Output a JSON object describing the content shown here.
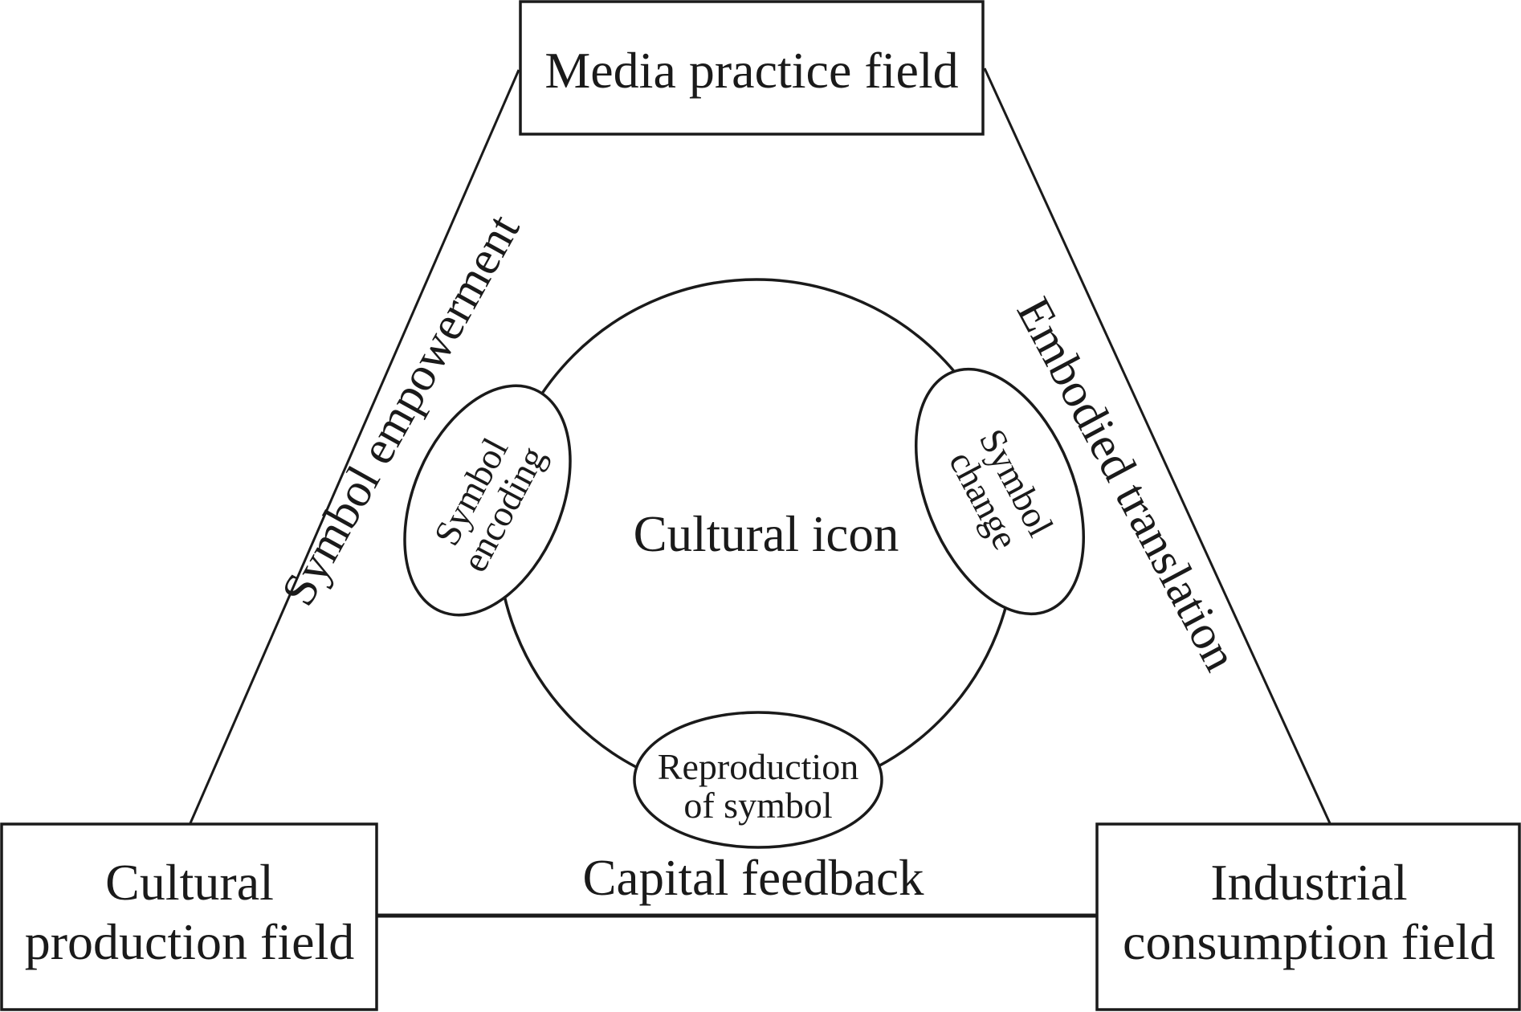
{
  "diagram": {
    "nodes": {
      "top": {
        "label": "Media practice field"
      },
      "left": {
        "line1": "Cultural",
        "line2": "production field"
      },
      "right": {
        "line1": "Industrial",
        "line2": "consumption field"
      }
    },
    "edges": {
      "left": {
        "label": "Symbol empowerment"
      },
      "right": {
        "label": "Embodied translation"
      },
      "bottom": {
        "label": "Capital feedback"
      }
    },
    "center": {
      "label": "Cultural icon",
      "satellites": {
        "left": {
          "line1": "Symbol",
          "line2": "encoding"
        },
        "right": {
          "line1": "Symbol",
          "line2": "change"
        },
        "bottom": {
          "line1": "Reproduction",
          "line2": "of symbol"
        }
      }
    },
    "colors": {
      "stroke": "#1a1a1a",
      "background": "#ffffff"
    }
  }
}
